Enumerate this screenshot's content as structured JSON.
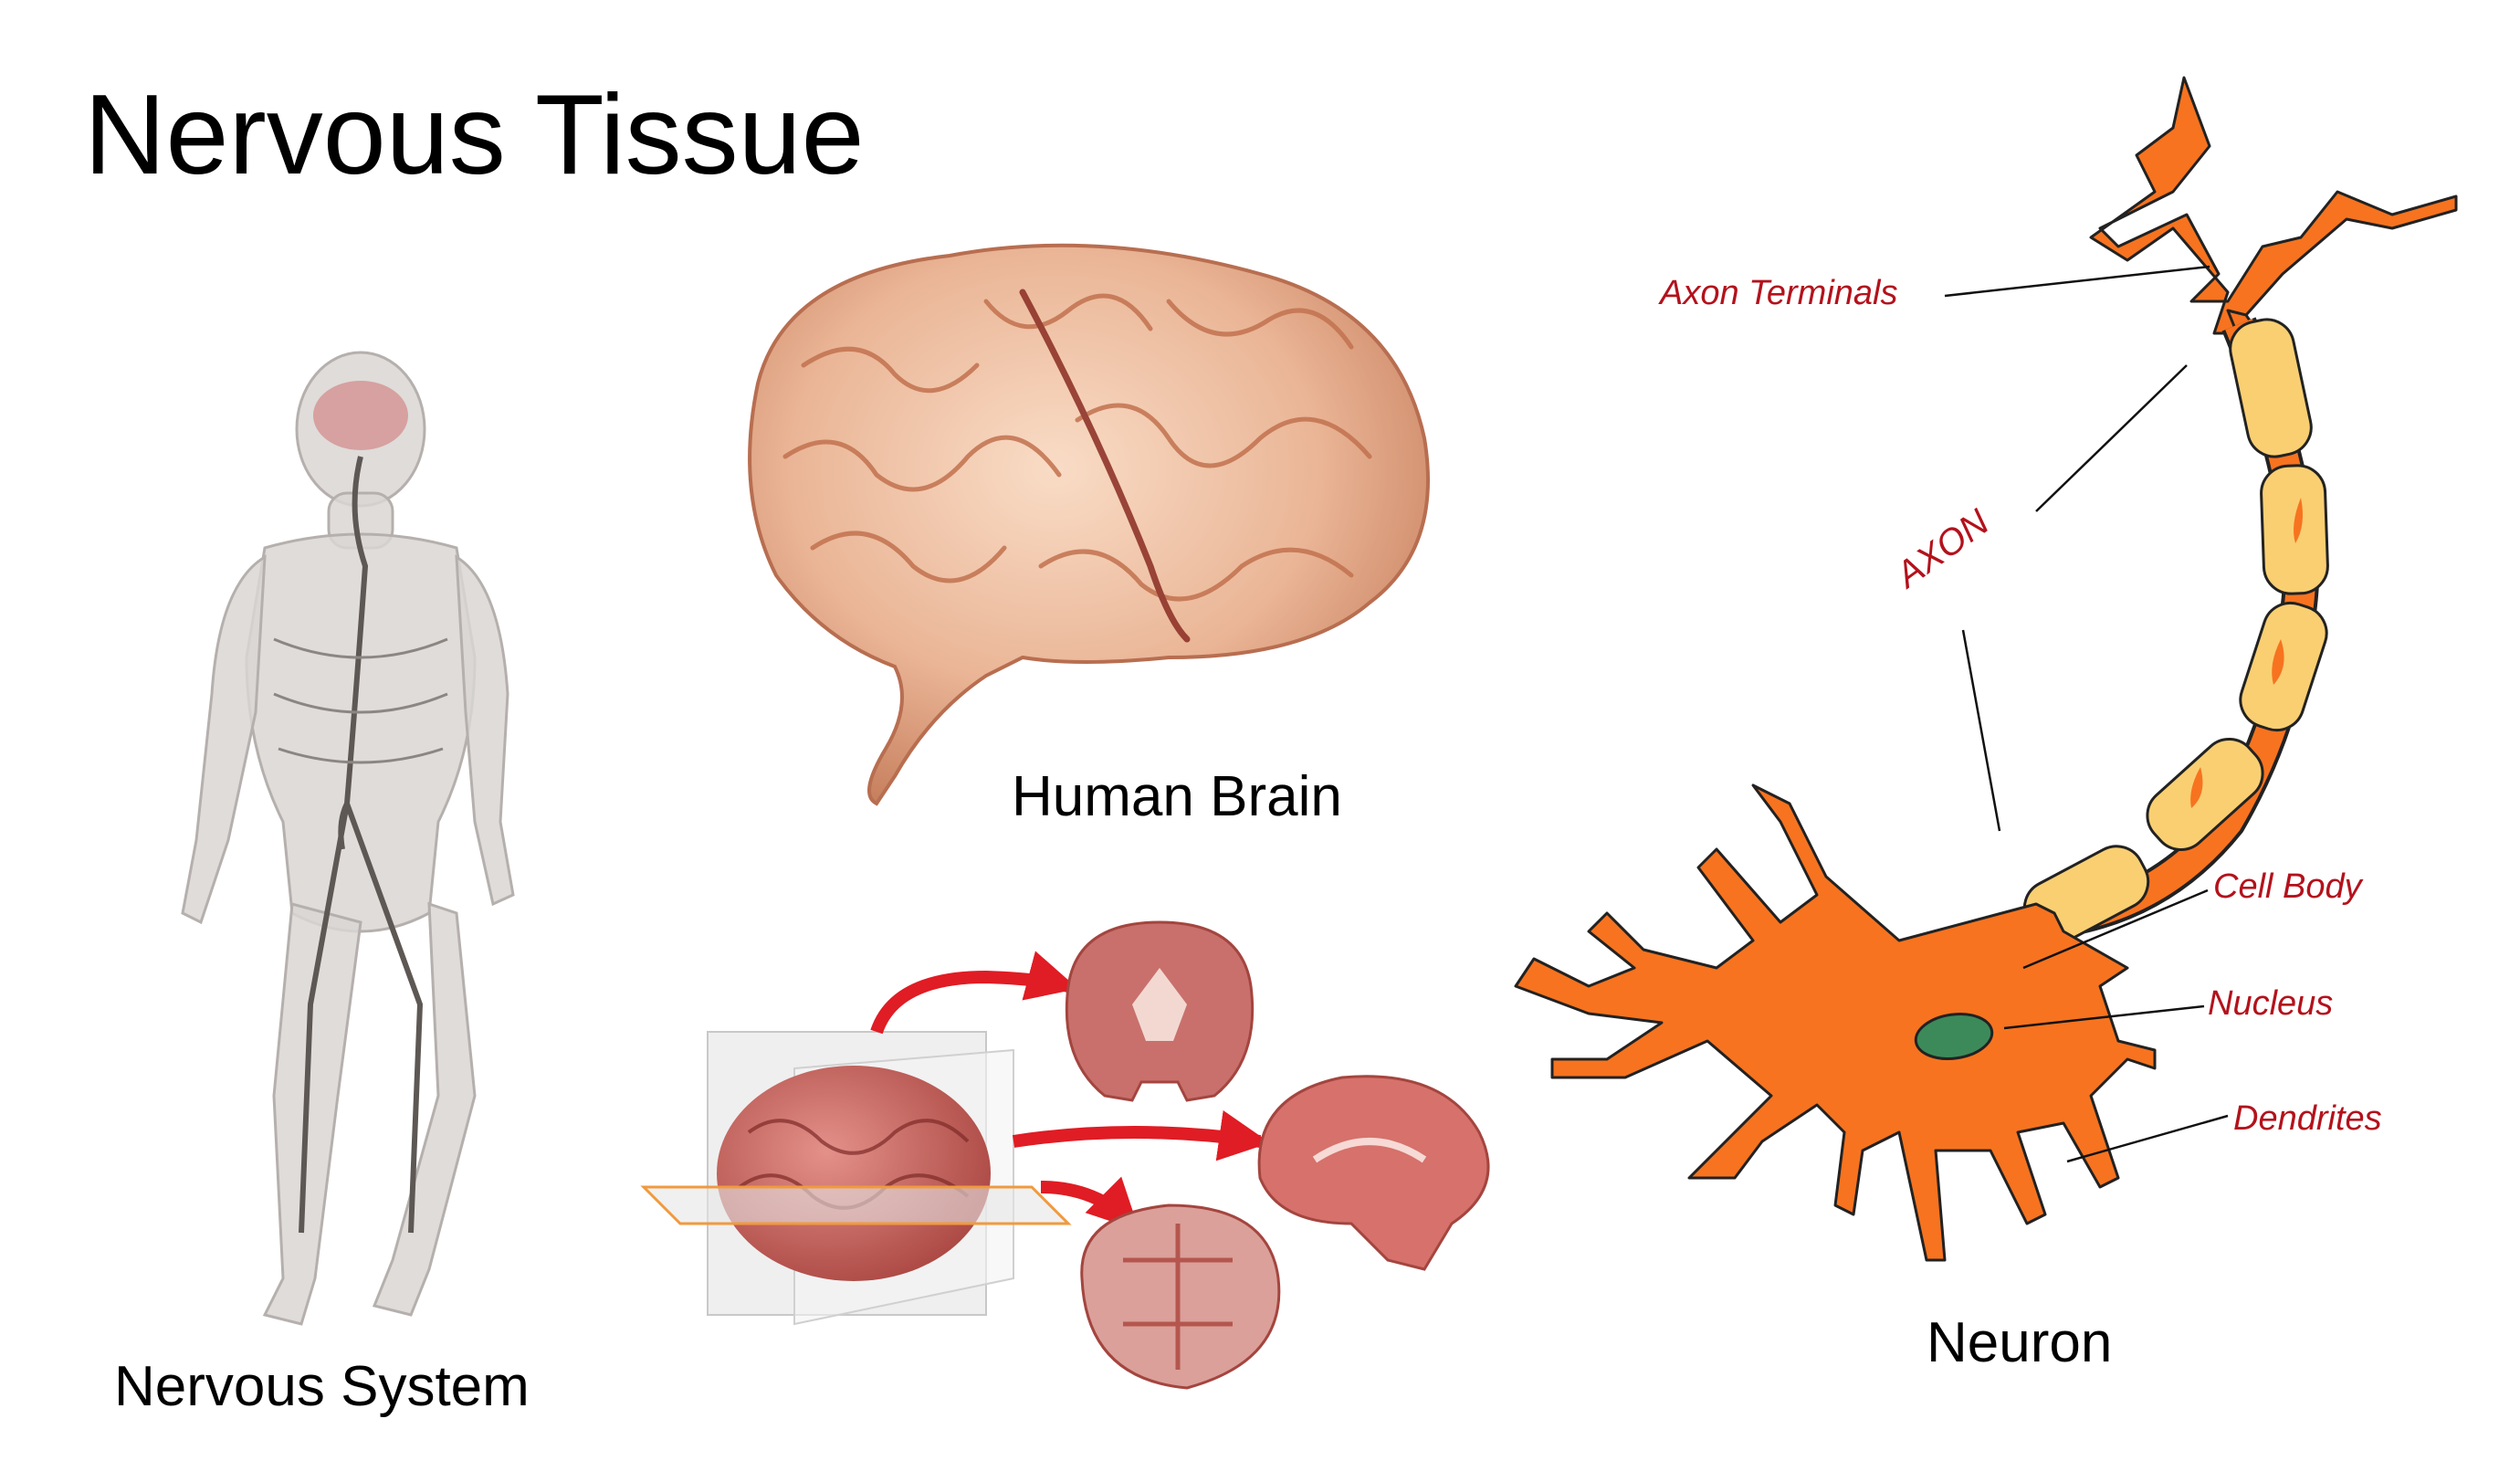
{
  "title": "Nervous Tissue",
  "captions": {
    "nervous_system": "Nervous System",
    "human_brain": "Human Brain",
    "neuron": "Neuron"
  },
  "neuron_labels": {
    "axon_terminals": "Axon Terminals",
    "axon": "AXON",
    "cell_body": "Cell Body",
    "nucleus": "Nucleus",
    "dendrites": "Dendrites"
  },
  "colors": {
    "neuron_orange": "#f7731f",
    "myelin_yellow": "#f9cf72",
    "nucleus_green": "#3c8a5a",
    "label_red": "#b3121c",
    "brain_pink": "#e9b8a0",
    "arrow_red": "#e01c24"
  },
  "icons": [
    "human-body-figure",
    "brain-photo-figure",
    "brain-slices-figure",
    "neuron-diagram"
  ]
}
